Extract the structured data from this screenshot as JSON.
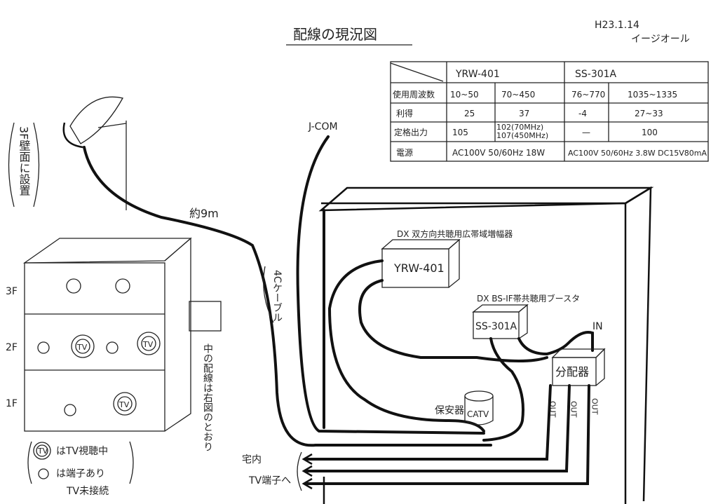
{
  "title": "配線の現況図",
  "date": "H23.1.14",
  "author": "イージオール",
  "spec_table": {
    "headers": [
      "YRW-401",
      "SS-301A"
    ],
    "rows": [
      {
        "label": "使用周波数",
        "cells": [
          "10~50",
          "70~450",
          "76~770",
          "1035~1335"
        ]
      },
      {
        "label": "利得",
        "cells": [
          "25",
          "37",
          "-4",
          "27~33"
        ]
      },
      {
        "label": "定格出力",
        "cells": [
          "105",
          "102(70MHz) 107(450MHz)",
          "—",
          "100"
        ]
      },
      {
        "label": "電源",
        "cells": [
          "AC100V 50/60Hz 18W",
          "AC100V 50/60Hz 3.8W DC15V80mA"
        ]
      }
    ]
  },
  "labels": {
    "antenna_note": "3F壁面に設置",
    "distance": "約9m",
    "cable": "4Cケーブル",
    "jcom": "J-COM",
    "inner_note": "中の配線は右図のとおり",
    "floor3": "3F",
    "floor2": "2F",
    "floor1": "1F",
    "tv": "TV",
    "legend_viewing": "はTV視聴中",
    "legend_unconnected1": "は端子あり",
    "legend_unconnected2": "TV未接続",
    "amp_desc": "DX 双方向共聴用広帯域増幅器",
    "amp_model": "YRW-401",
    "booster_desc": "DX BS-IF帯共聴用ブースタ",
    "booster_model": "SS-301A",
    "in": "IN",
    "splitter": "分配器",
    "out": "OUT",
    "protector": "保安器",
    "catv": "CATV",
    "home_terminal1": "宅内",
    "home_terminal2": "TV端子へ"
  }
}
